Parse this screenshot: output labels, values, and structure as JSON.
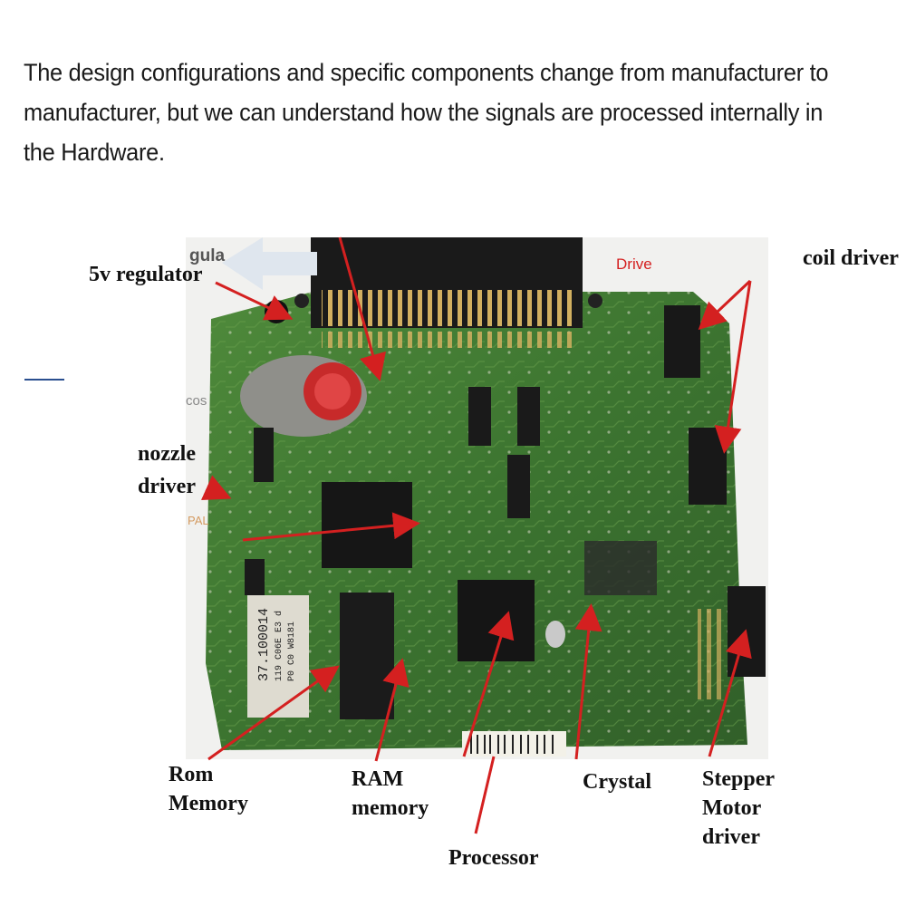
{
  "intro_text": "The design configurations and specific components change from manufacturer to manufacturer, but we can understand how the signals are processed internally in the Hardware.",
  "labels": {
    "regulator": "5v regulator",
    "coil": "coil driver",
    "nozzle_line1": "nozzle",
    "nozzle_line2": "driver",
    "rom_line1": "Rom",
    "rom_line2": "Memory",
    "ram_line1": "RAM",
    "ram_line2": "memory",
    "crystal": "Crystal",
    "stepper_line1": "Stepper",
    "stepper_line2": "Motor",
    "stepper_line3": "driver",
    "processor": "Processor"
  },
  "board_print": {
    "top_left": "gula",
    "top_right": "Drive",
    "left_mid": "cos",
    "left_low": "PAL",
    "rom_chip_line1": "37.100014",
    "rom_chip_line2": "119 C06E E3 d",
    "rom_chip_line3": "P0 C0 W8181"
  },
  "colors": {
    "arrow": "#d42020",
    "board": "#3f7a32",
    "background": "#ffffff"
  }
}
